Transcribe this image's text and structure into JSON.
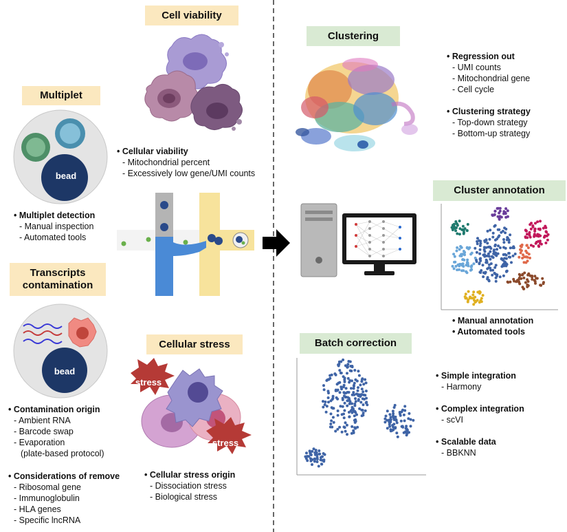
{
  "left": {
    "multiplet": {
      "title": "Multiplet",
      "bead_label": "bead",
      "heading": "Multiplet detection",
      "items": [
        "Manual inspection",
        "Automated tools"
      ]
    },
    "contamination": {
      "title_line1": "Transcripts",
      "title_line2": "contamination",
      "bead_label": "bead",
      "origin_heading": "Contamination origin",
      "origin_items": [
        "Ambient RNA",
        "Barcode swap",
        "Evaporation"
      ],
      "origin_note": "(plate-based protocol)",
      "remove_heading": "Considerations of remove",
      "remove_items": [
        "Ribosomal gene",
        "Immunoglobulin",
        "HLA genes",
        "Specific lncRNA"
      ]
    }
  },
  "middle": {
    "viability": {
      "title": "Cell viability",
      "heading": "Cellular viability",
      "items": [
        "Mitochondrial percent",
        "Excessively low gene/UMI counts"
      ]
    },
    "stress": {
      "title": "Cellular stress",
      "burst_label_1": "stress",
      "burst_label_2": "stress",
      "heading": "Cellular stress origin",
      "items": [
        "Dissociation stress",
        "Biological stress"
      ]
    }
  },
  "right": {
    "clustering": {
      "title": "Clustering",
      "regression_heading": "Regression out",
      "regression_items": [
        "UMI counts",
        "Mitochondrial gene",
        "Cell cycle"
      ],
      "strategy_heading": "Clustering strategy",
      "strategy_items": [
        "Top-down strategy",
        "Bottom-up strategy"
      ]
    },
    "annotation": {
      "title": "Cluster annotation",
      "items": [
        "Manual annotation",
        "Automated tools"
      ]
    },
    "batch": {
      "title": "Batch correction",
      "simple_heading": "Simple integration",
      "simple_item": "Harmony",
      "complex_heading": "Complex integration",
      "complex_item": "scVI",
      "scalable_heading": "Scalable data",
      "scalable_item": "BBKNN"
    }
  },
  "colors": {
    "tag_yellow": "#fbe8bf",
    "tag_green": "#d9ead3",
    "bead_navy": "#1d3766",
    "cell_grey": "#e3e3e3",
    "point_blue": "#3f64a6",
    "stress_red": "#b53a36",
    "arrow_black": "#000000"
  },
  "icons": [
    "computer-icon",
    "neural-network-icon",
    "arrow-right-icon",
    "microfluidic-chip-icon"
  ]
}
